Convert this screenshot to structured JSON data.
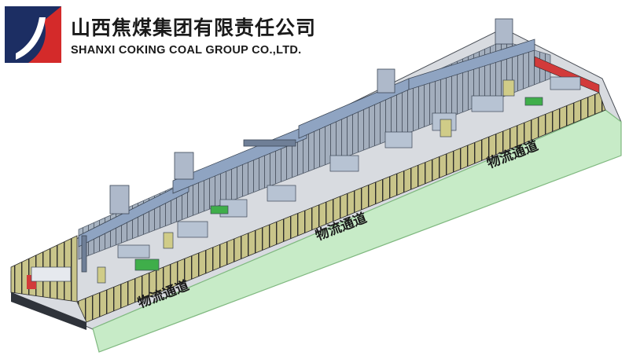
{
  "header": {
    "company_cn": "山西焦煤集团有限责任公司",
    "company_en": "SHANXI COKING COAL GROUP CO.,LTD.",
    "logo_icon": "shanxi-coking-coal-logo-icon"
  },
  "layout_labels": {
    "lane_1": "物流通道",
    "lane_2": "物流通道",
    "lane_3": "物流通道"
  },
  "colors": {
    "logo_navy": "#1c2e63",
    "logo_red": "#d42a2a",
    "lane_green": "#c7ebc7",
    "lane_edge": "#7fb87f",
    "fence_yellow": "#c9c58a",
    "fence_dark": "#2b2b2b",
    "warning_red": "#d23a3a",
    "machine_blue": "#8fa4c2",
    "equipment_green": "#3fae4a"
  }
}
